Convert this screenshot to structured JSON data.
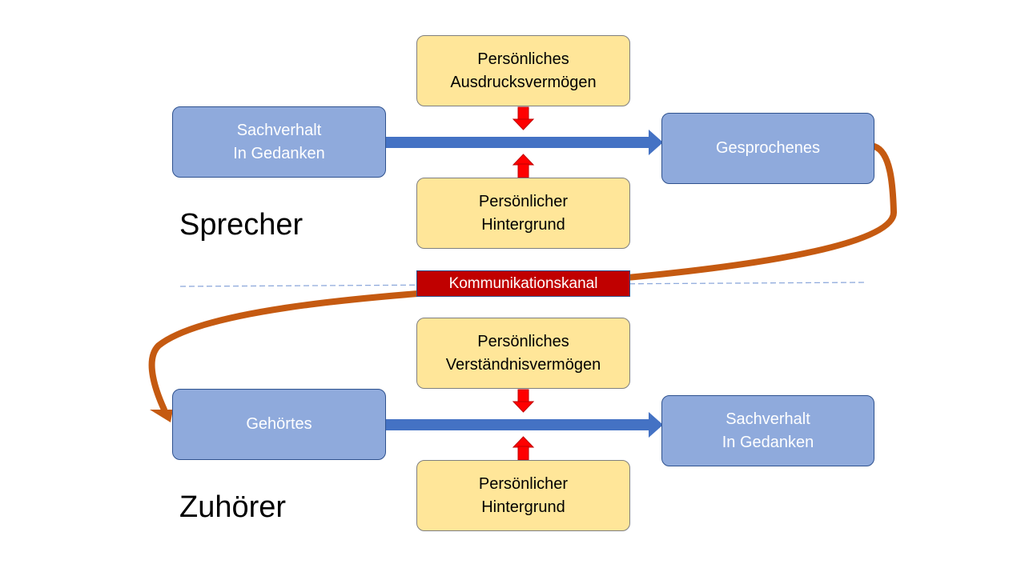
{
  "speaker": {
    "role_label": "Sprecher",
    "source": [
      "Sachverhalt",
      "In Gedanken"
    ],
    "top_influence": [
      "Persönliches",
      "Ausdrucksvermögen"
    ],
    "bottom_influence": [
      "Persönlicher",
      "Hintergrund"
    ],
    "result": [
      "Gesprochenes"
    ]
  },
  "channel": {
    "label": "Kommunikationskanal"
  },
  "listener": {
    "role_label": "Zuhörer",
    "source": [
      "Gehörtes"
    ],
    "top_influence": [
      "Persönliches",
      "Verständnisvermögen"
    ],
    "bottom_influence": [
      "Persönlicher",
      "Hintergrund"
    ],
    "result": [
      "Sachverhalt",
      "In Gedanken"
    ]
  },
  "colors": {
    "process_box": "#8faadc",
    "influence_box": "#ffe699",
    "flow_arrow": "#4472c4",
    "influence_arrow": "#ff0000",
    "channel_curve": "#c55a11",
    "channel_box": "#c00000",
    "divider": "#8faadc"
  }
}
